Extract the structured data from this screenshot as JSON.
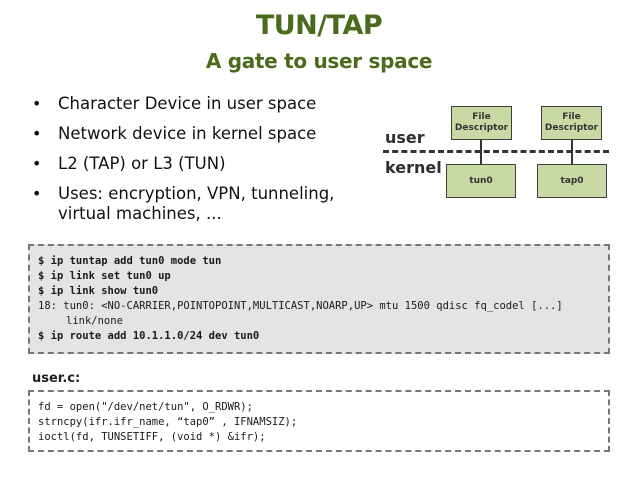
{
  "slide": {
    "title": "TUN/TAP",
    "subtitle": "A gate to user space"
  },
  "bullets": [
    "Character Device in user space",
    "Network device in kernel space",
    "L2 (TAP) or L3 (TUN)",
    "Uses: encryption, VPN, tunneling, virtual machines, ..."
  ],
  "diagram": {
    "user_label": "user",
    "kernel_label": "kernel",
    "fd_box_1": "File Descriptor",
    "fd_box_2": "File Descriptor",
    "iface_1": "tun0",
    "iface_2": "tap0",
    "box_color": "#c9d9a3"
  },
  "shell": {
    "lines": [
      "$ ip tuntap add tun0 mode tun",
      "$ ip link set tun0 up",
      "$ ip link show tun0",
      "18: tun0: <NO-CARRIER,POINTOPOINT,MULTICAST,NOARP,UP> mtu 1500 qdisc fq_codel [...]",
      "link/none",
      "$ ip route add 10.1.1.0/24 dev tun0"
    ]
  },
  "source": {
    "filename": "user.c:",
    "lines": [
      "fd = open(\"/dev/net/tun\", O_RDWR);",
      "strncpy(ifr.ifr_name, “tap0” , IFNAMSIZ);",
      "ioctl(fd, TUNSETIFF, (void *) &ifr);"
    ]
  },
  "colors": {
    "title": "#4a6a1c",
    "code_bg": "#e4e4e4"
  }
}
